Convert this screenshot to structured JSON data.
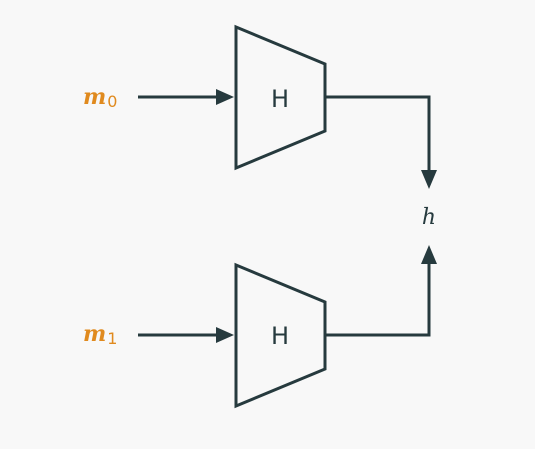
{
  "inputs": [
    {
      "symbol": "m",
      "subscript": "0"
    },
    {
      "symbol": "m",
      "subscript": "1"
    }
  ],
  "blocks": [
    {
      "label": "H"
    },
    {
      "label": "H"
    }
  ],
  "output": {
    "label": "h"
  },
  "colors": {
    "background": "#f8f8f8",
    "stroke": "#263a3e",
    "input_label": "#e08a1e"
  }
}
